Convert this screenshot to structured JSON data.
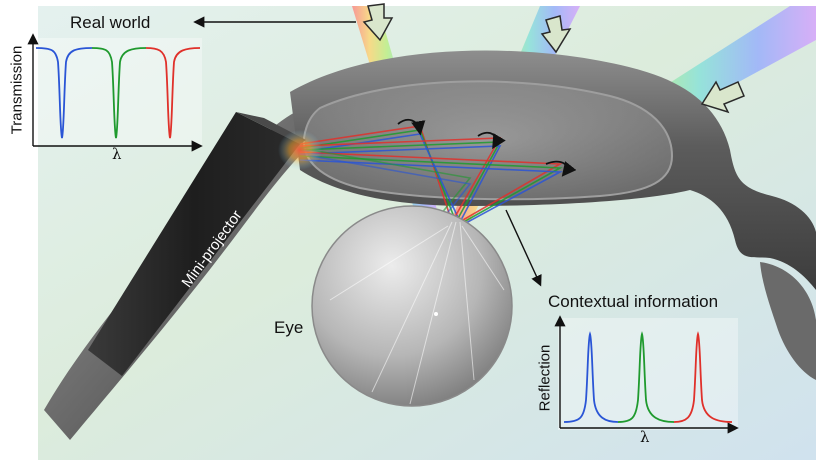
{
  "labels": {
    "real_world": "Real world",
    "contextual_information": "Contextual information",
    "eye": "Eye",
    "mini_projector": "Mini-projector",
    "transmission_axis": "Transmission",
    "reflection_axis": "Reflection",
    "wavelength_symbol_top": "λ",
    "wavelength_symbol_bottom": "λ"
  },
  "colors": {
    "blue": "#2a55d6",
    "green": "#1f9a2e",
    "red": "#e0302a",
    "frame": "#5a5a5a",
    "projector": "#232323"
  },
  "icons": [
    "arrow-down-icon",
    "arrow-left-icon",
    "redirect-arrow-icon"
  ]
}
